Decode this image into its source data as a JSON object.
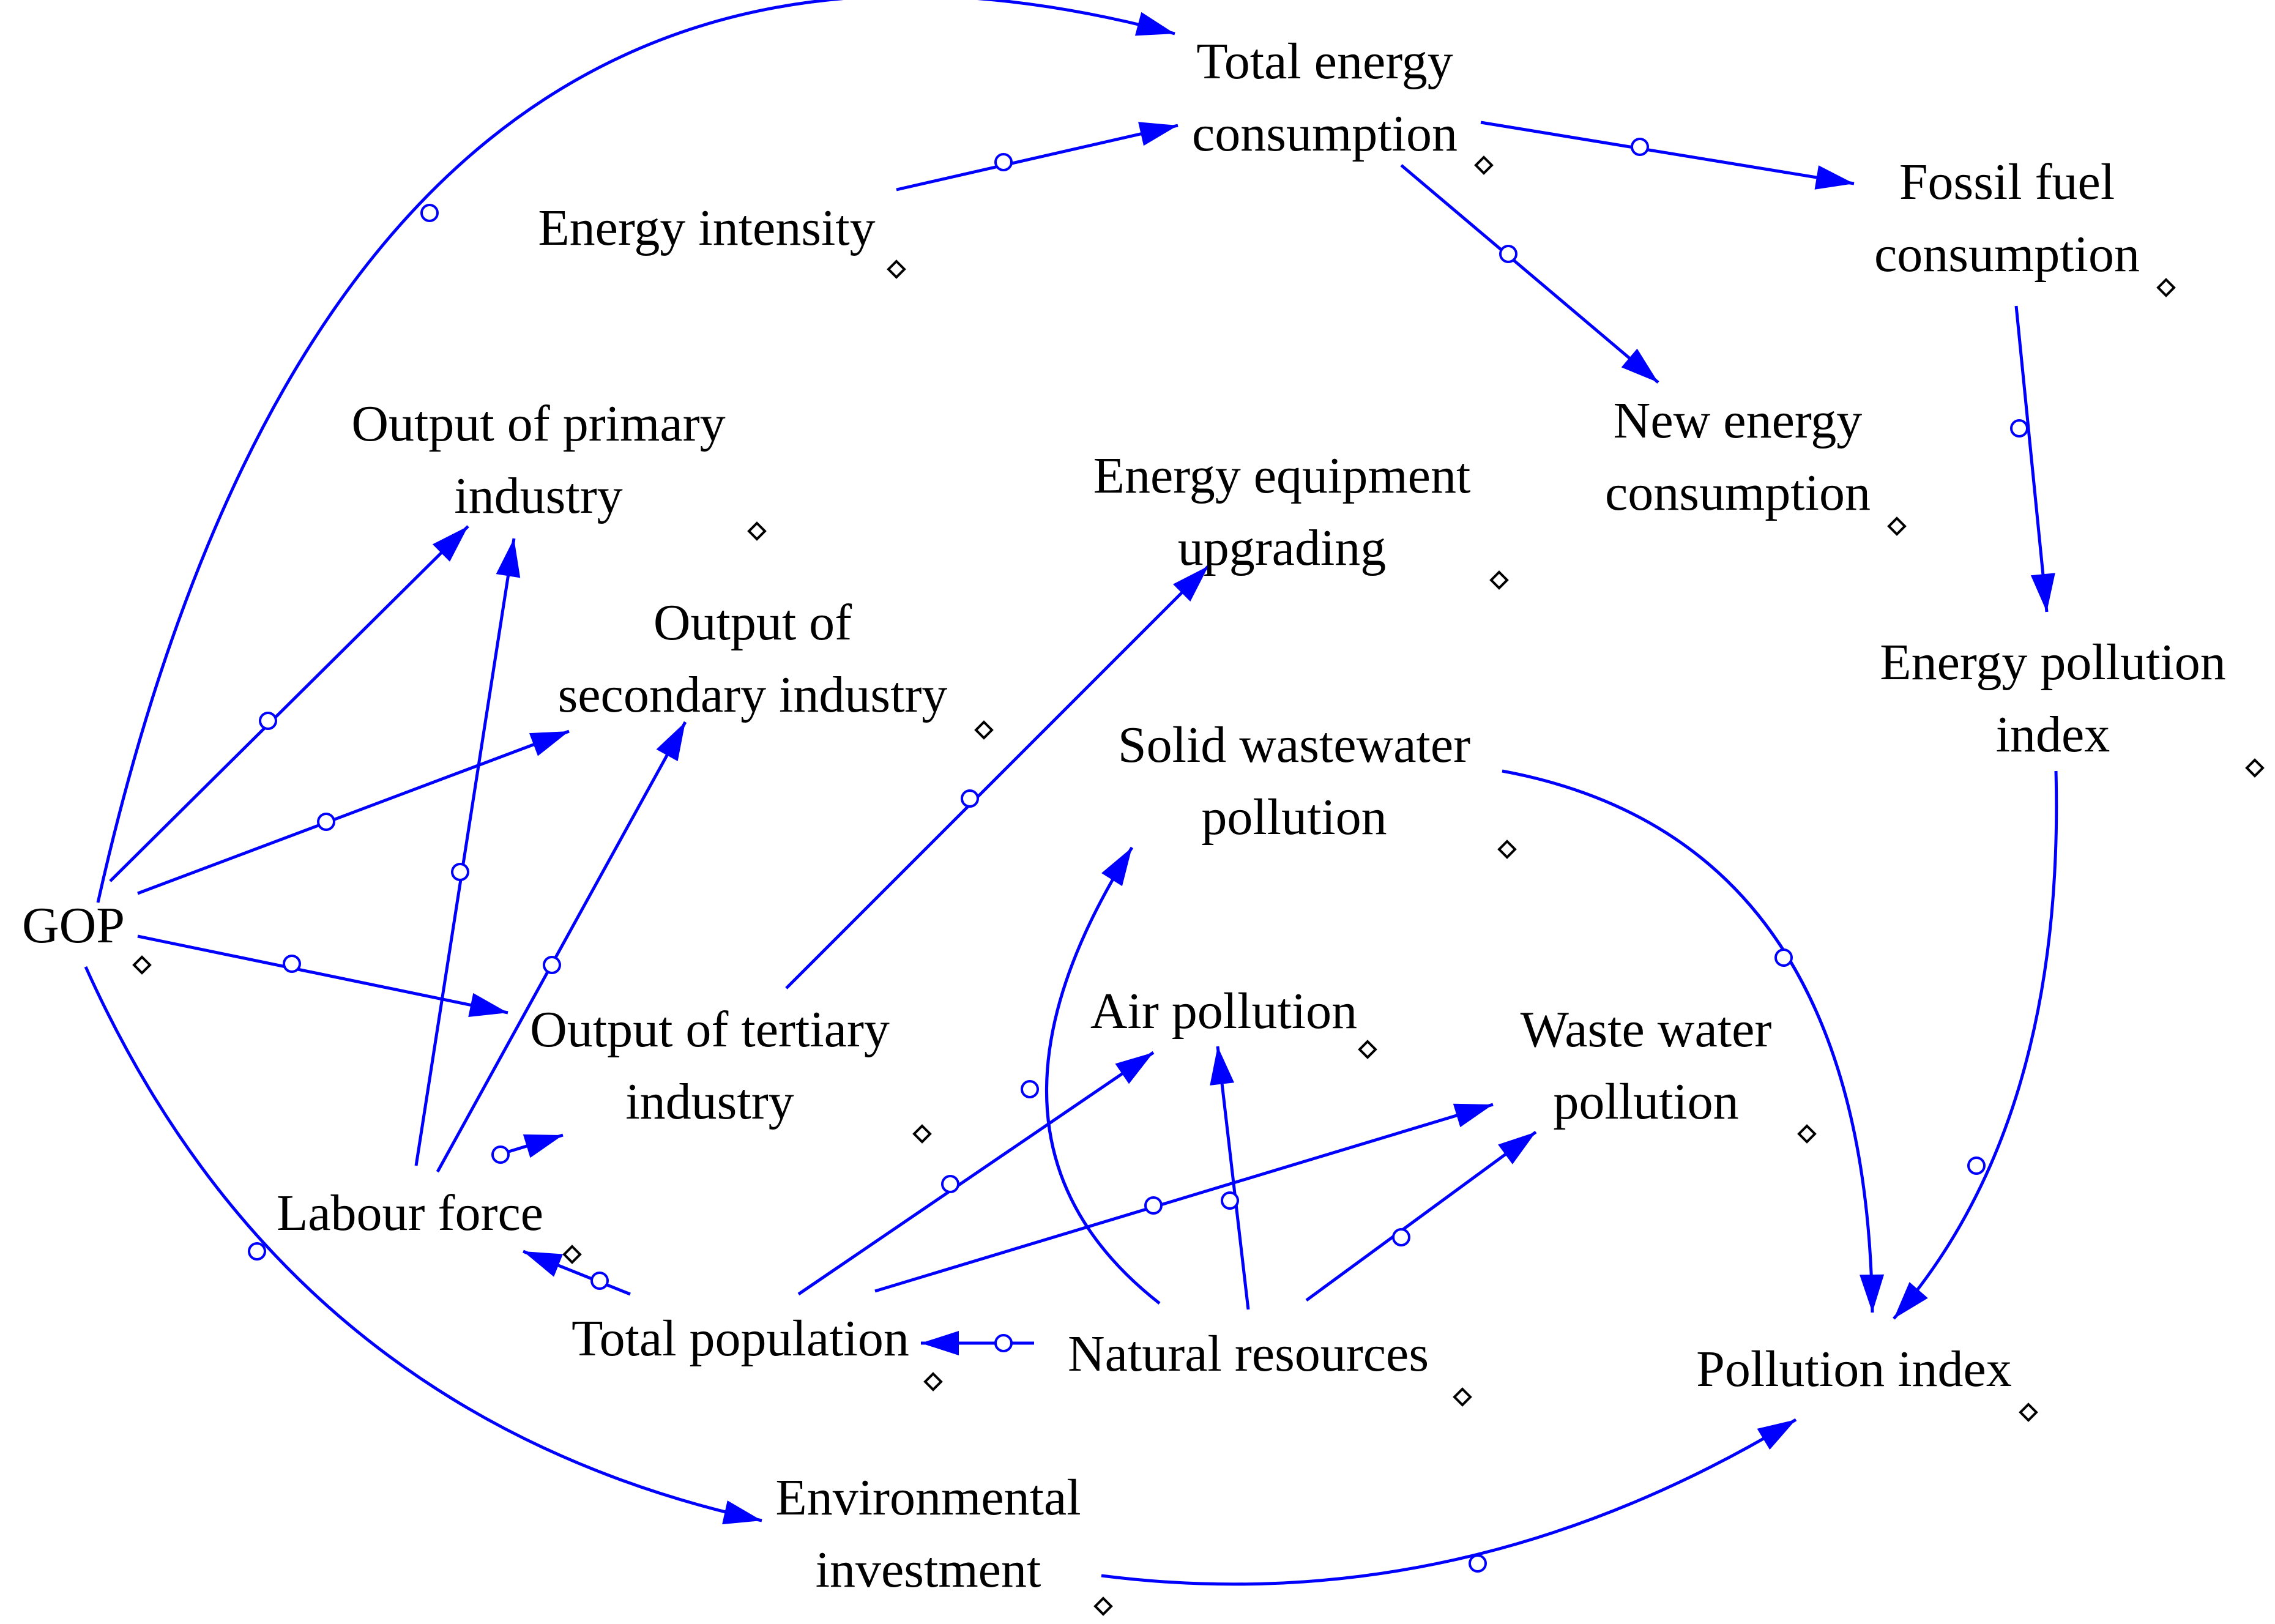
{
  "colors": {
    "link": "#0000ff",
    "text": "#000000",
    "background": "#ffffff"
  },
  "nodes": [
    {
      "id": "total-energy-consumption",
      "lines": [
        "Total energy",
        "consumption"
      ]
    },
    {
      "id": "energy-intensity",
      "lines": [
        "Energy intensity"
      ]
    },
    {
      "id": "fossil-fuel-consumption",
      "lines": [
        "Fossil fuel",
        "consumption"
      ]
    },
    {
      "id": "new-energy-consumption",
      "lines": [
        "New energy",
        "consumption"
      ]
    },
    {
      "id": "output-primary-industry",
      "lines": [
        "Output of primary",
        "industry"
      ]
    },
    {
      "id": "energy-equipment-upgrading",
      "lines": [
        "Energy equipment",
        "upgrading"
      ]
    },
    {
      "id": "output-secondary-industry",
      "lines": [
        "Output of",
        "secondary industry"
      ]
    },
    {
      "id": "energy-pollution-index",
      "lines": [
        "Energy pollution",
        "index"
      ]
    },
    {
      "id": "solid-wastewater-pollution",
      "lines": [
        "Solid wastewater",
        "pollution"
      ]
    },
    {
      "id": "gop",
      "lines": [
        "GOP"
      ]
    },
    {
      "id": "output-tertiary-industry",
      "lines": [
        "Output of tertiary",
        "industry"
      ]
    },
    {
      "id": "air-pollution",
      "lines": [
        "Air pollution"
      ]
    },
    {
      "id": "waste-water-pollution",
      "lines": [
        "Waste water",
        "pollution"
      ]
    },
    {
      "id": "labour-force",
      "lines": [
        "Labour force"
      ]
    },
    {
      "id": "total-population",
      "lines": [
        "Total population"
      ]
    },
    {
      "id": "natural-resources",
      "lines": [
        "Natural resources"
      ]
    },
    {
      "id": "pollution-index",
      "lines": [
        "Pollution index"
      ]
    },
    {
      "id": "environmental-investment",
      "lines": [
        "Environmental",
        "investment"
      ]
    }
  ],
  "links": [
    {
      "from": "gop",
      "to": "total-energy-consumption"
    },
    {
      "from": "energy-intensity",
      "to": "total-energy-consumption"
    },
    {
      "from": "total-energy-consumption",
      "to": "fossil-fuel-consumption"
    },
    {
      "from": "total-energy-consumption",
      "to": "new-energy-consumption"
    },
    {
      "from": "fossil-fuel-consumption",
      "to": "energy-pollution-index"
    },
    {
      "from": "energy-pollution-index",
      "to": "pollution-index"
    },
    {
      "from": "solid-wastewater-pollution",
      "to": "pollution-index"
    },
    {
      "from": "gop",
      "to": "output-primary-industry"
    },
    {
      "from": "gop",
      "to": "output-secondary-industry"
    },
    {
      "from": "gop",
      "to": "output-tertiary-industry"
    },
    {
      "from": "labour-force",
      "to": "output-primary-industry"
    },
    {
      "from": "labour-force",
      "to": "output-secondary-industry"
    },
    {
      "from": "labour-force",
      "to": "output-tertiary-industry"
    },
    {
      "from": "output-tertiary-industry",
      "to": "energy-equipment-upgrading"
    },
    {
      "from": "total-population",
      "to": "labour-force"
    },
    {
      "from": "total-population",
      "to": "air-pollution"
    },
    {
      "from": "total-population",
      "to": "waste-water-pollution"
    },
    {
      "from": "natural-resources",
      "to": "total-population"
    },
    {
      "from": "natural-resources",
      "to": "air-pollution"
    },
    {
      "from": "natural-resources",
      "to": "waste-water-pollution"
    },
    {
      "from": "natural-resources",
      "to": "solid-wastewater-pollution"
    },
    {
      "from": "gop",
      "to": "environmental-investment"
    },
    {
      "from": "environmental-investment",
      "to": "pollution-index"
    }
  ]
}
